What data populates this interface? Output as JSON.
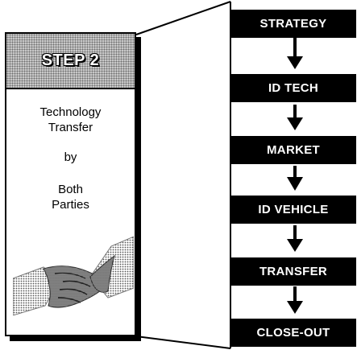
{
  "card": {
    "step_label": "STEP 2",
    "lines": [
      "Technology",
      "Transfer",
      "by",
      "Both",
      "Parties"
    ]
  },
  "flow": {
    "steps": [
      "STRATEGY",
      "ID TECH",
      "MARKET",
      "ID VEHICLE",
      "TRANSFER",
      "CLOSE-OUT"
    ]
  },
  "colors": {
    "box": "#000000",
    "box_text": "#ffffff",
    "header_fill": "#c8c8c8"
  },
  "icons": {
    "illustration": "handshake-icon"
  }
}
